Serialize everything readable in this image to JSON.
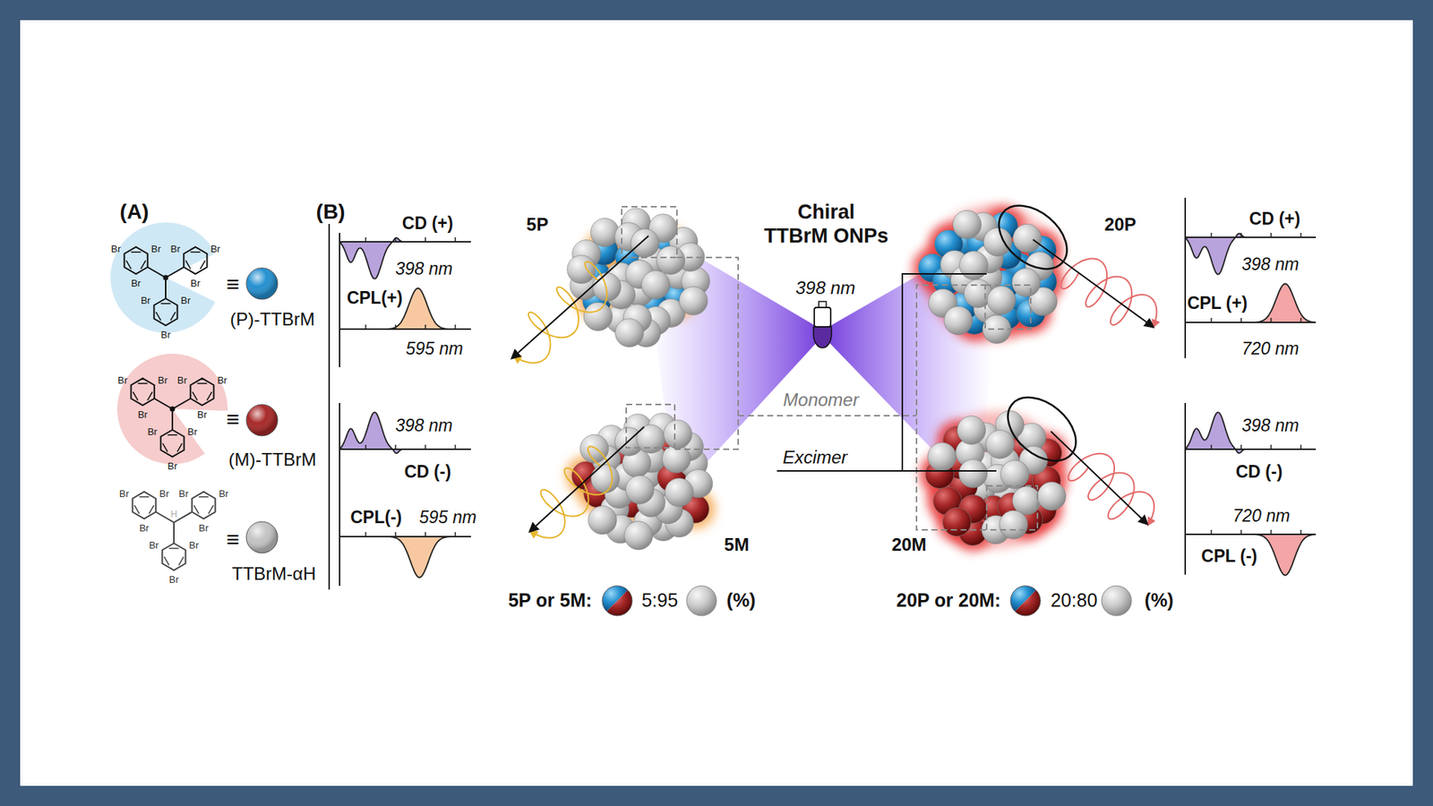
{
  "diagram": {
    "title": "Chiral TTBrM ONPs",
    "nodes": [
      {
        "text": [
          "5P"
        ]
      },
      {
        "text": [
          "5M"
        ]
      },
      {
        "text": [
          "20P"
        ]
      },
      {
        "text": [
          "20M"
        ]
      }
    ],
    "labels": [
      "(A)",
      "(B)",
      "Br",
      "Br",
      "Br",
      "Br",
      "Br",
      "Br",
      "Br",
      "Br",
      "Br",
      "≡",
      "Br",
      "Br",
      "Br",
      "Br",
      "Br",
      "Br",
      "Br",
      "Br",
      "Br",
      "≡",
      "Br",
      "Br",
      "Br",
      "Br",
      "Br",
      "Br",
      "Br",
      "Br",
      "Br",
      "H",
      "≡",
      "CD (+)",
      "398 nm",
      "CPL(+)",
      "595 nm",
      "398 nm",
      "CD (-)",
      "CPL(-)",
      "595 nm",
      "398 nm",
      "Monomer",
      "Excimer",
      "CD (+)",
      "398 nm",
      "CPL (+)",
      "720 nm",
      "398 nm",
      "CD (-)",
      "720 nm",
      "CPL (-)",
      "5P or 5M:",
      "5:95",
      "(%)",
      "20P or 20M:",
      "20:80",
      "(%)"
    ],
    "legend": [
      {
        "text": "(P)-TTBrM",
        "color": "#2490d0"
      },
      {
        "text": "(M)-TTBrM",
        "color": "#a82828"
      },
      {
        "text": "TTBrM-αH",
        "color": "#c4c4c4"
      }
    ]
  }
}
